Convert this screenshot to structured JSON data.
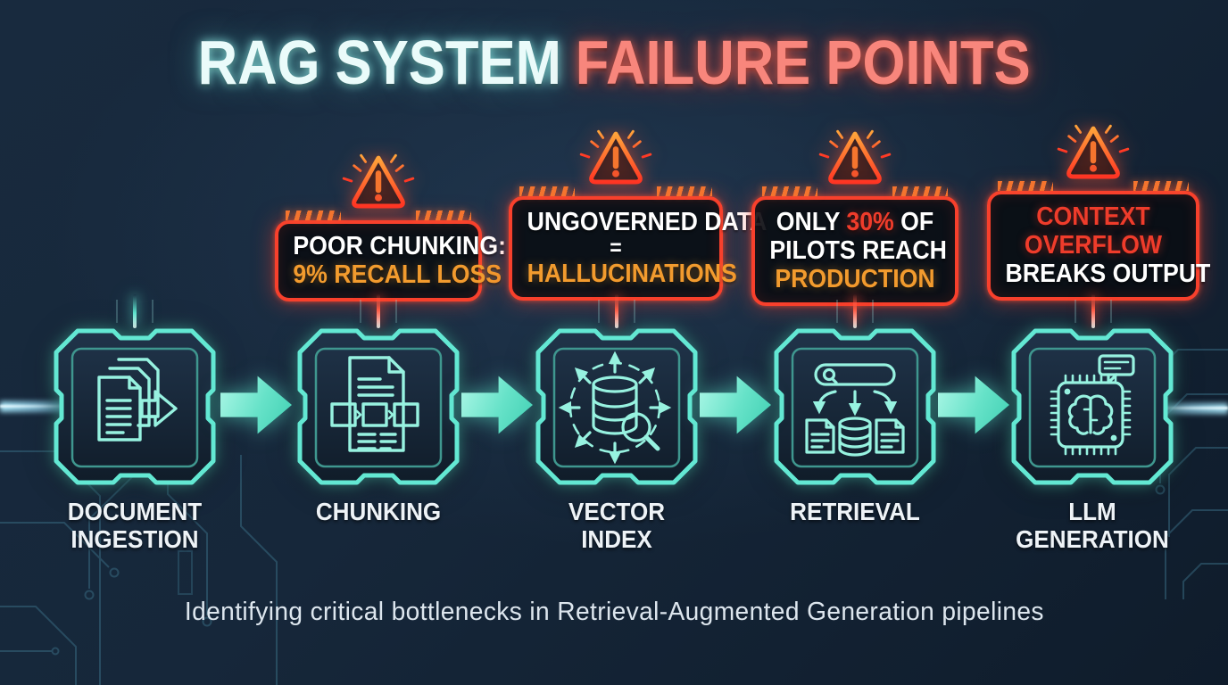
{
  "title": {
    "left": "RAG SYSTEM",
    "right": "FAILURE POINTS"
  },
  "caption": "Identifying critical bottlenecks in Retrieval-Augmented Generation pipelines",
  "stages": [
    {
      "name": "document-ingestion",
      "label_lines": [
        "DOCUMENT",
        "INGESTION"
      ],
      "icon": "documents-export-icon"
    },
    {
      "name": "chunking",
      "label_lines": [
        "CHUNKING"
      ],
      "icon": "document-chunks-icon"
    },
    {
      "name": "vector-index",
      "label_lines": [
        "VECTOR",
        "INDEX"
      ],
      "icon": "vector-database-icon"
    },
    {
      "name": "retrieval",
      "label_lines": [
        "RETRIEVAL"
      ],
      "icon": "search-fanout-icon"
    },
    {
      "name": "llm-generation",
      "label_lines": [
        "LLM",
        "GENERATION"
      ],
      "icon": "chip-brain-icon"
    }
  ],
  "warnings": [
    {
      "attached_to": "chunking",
      "icon": "warning-triangle-icon",
      "lines": [
        {
          "segments": [
            {
              "text": "POOR CHUNKING:",
              "color": "#ffffff"
            }
          ]
        },
        {
          "segments": [
            {
              "text": "9% RECALL LOSS",
              "color": "#f29b2e"
            }
          ]
        }
      ]
    },
    {
      "attached_to": "vector-index",
      "icon": "warning-triangle-icon",
      "lines": [
        {
          "segments": [
            {
              "text": "UNGOVERNED DATA",
              "color": "#ffffff"
            }
          ]
        },
        {
          "segments": [
            {
              "text": "=",
              "color": "#ffffff"
            }
          ]
        },
        {
          "segments": [
            {
              "text": "HALLUCINATIONS",
              "color": "#f29b2e"
            }
          ]
        }
      ]
    },
    {
      "attached_to": "retrieval",
      "icon": "warning-triangle-icon",
      "lines": [
        {
          "segments": [
            {
              "text": "ONLY ",
              "color": "#ffffff"
            },
            {
              "text": "30%",
              "color": "#ef3c2b"
            },
            {
              "text": " OF",
              "color": "#ffffff"
            }
          ]
        },
        {
          "segments": [
            {
              "text": "PILOTS REACH",
              "color": "#ffffff"
            }
          ]
        },
        {
          "segments": [
            {
              "text": "PRODUCTION",
              "color": "#f29b2e"
            }
          ]
        }
      ]
    },
    {
      "attached_to": "llm-generation",
      "icon": "warning-triangle-icon",
      "lines": [
        {
          "segments": [
            {
              "text": "CONTEXT",
              "color": "#ef3c2b"
            }
          ]
        },
        {
          "segments": [
            {
              "text": "OVERFLOW",
              "color": "#ef3c2b"
            }
          ]
        },
        {
          "segments": [
            {
              "text": "BREAKS OUTPUT",
              "color": "#ffffff"
            }
          ]
        }
      ]
    }
  ],
  "colors": {
    "background": "#16273a",
    "accent_teal": "#5fe6d0",
    "icon_line": "#97f2e0",
    "warning_border_red": "#f8402c",
    "warning_orange": "#f29b2e",
    "warning_red": "#ef3c2b",
    "title_left": "#eafbfa",
    "title_right": "#f8867c",
    "label_white": "#eef3f7"
  }
}
